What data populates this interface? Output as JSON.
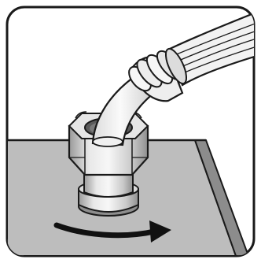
{
  "illustration": {
    "subject": "hose-fitting-install-icon",
    "colors": {
      "outline": "#1a1a1a",
      "frame_fill": "#ffffff",
      "surface": "#bfbfbf",
      "surface_shadow": "#9a9a9a",
      "surface_edge": "#8a8a8a",
      "fitting_light": "#f2f2f2",
      "fitting_mid": "#cfcfcf",
      "fitting_dark": "#8f8f8f",
      "hose_light": "#f4f4f4",
      "hose_shadow": "#cfcfcf",
      "arrow": "#111111"
    },
    "icons": {
      "frame": "rounded-frame",
      "surface": "appliance-top-surface",
      "fitting": "hex-nut-fitting",
      "hose": "corrugated-hose",
      "arrow": "rotate-clockwise-arrow"
    }
  }
}
